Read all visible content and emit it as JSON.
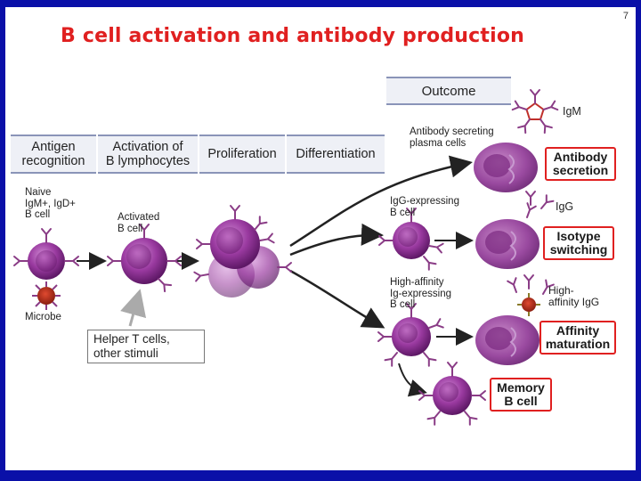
{
  "slide_number": "7",
  "title": "B cell activation and antibody production",
  "stages": {
    "antigen_recognition": [
      "Antigen",
      "recognition"
    ],
    "activation": [
      "Activation of",
      "B lymphocytes"
    ],
    "proliferation": "Proliferation",
    "differentiation": "Differentiation",
    "outcome": "Outcome"
  },
  "labels": {
    "naive": [
      "Naive",
      "IgM+, IgD+",
      "B cell"
    ],
    "microbe": "Microbe",
    "activated": [
      "Activated",
      "B cell"
    ],
    "helper": [
      "Helper T cells,",
      "other stimuli"
    ],
    "plasma": [
      "Antibody secreting",
      "plasma cells"
    ],
    "igg_expressing": [
      "IgG-expressing",
      "B cell"
    ],
    "high_affinity": [
      "High-affinity",
      "Ig-expressing",
      "B cell"
    ],
    "igm": "IgM",
    "igg": "IgG",
    "high_affinity_igg": [
      "High-",
      "affinity IgG"
    ]
  },
  "outcomes": {
    "secretion": [
      "Antibody",
      "secretion"
    ],
    "switching": [
      "Isotype",
      "switching"
    ],
    "maturation": [
      "Affinity",
      "maturation"
    ],
    "memory": [
      "Memory",
      "B cell"
    ]
  },
  "colors": {
    "frame": "#0a10a8",
    "title": "#e02020",
    "cell": "#8a2a8e",
    "receptor": "#8a3c86",
    "outcome_border": "#e02020"
  }
}
